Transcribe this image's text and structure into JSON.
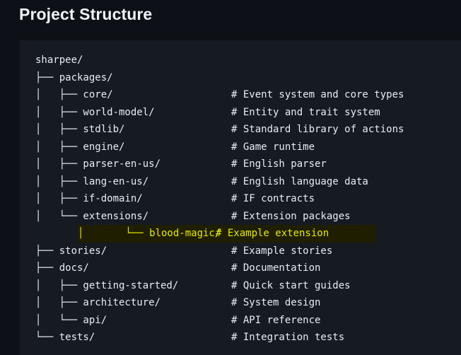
{
  "page": {
    "title": "Project Structure",
    "background_color": "#0d1117",
    "code_block_background": "#161b22",
    "text_color": "#e6edf3",
    "highlight_text_color": "#e8e800",
    "highlight_background_color": "#1f1f00"
  },
  "tree": {
    "root": "sharpee/",
    "rows": [
      {
        "tree": "sharpee/",
        "comment": "",
        "highlighted": false
      },
      {
        "tree": "├── packages/",
        "comment": "",
        "highlighted": false
      },
      {
        "tree": "│   ├── core/",
        "comment": "# Event system and core types",
        "highlighted": false
      },
      {
        "tree": "│   ├── world-model/",
        "comment": "# Entity and trait system",
        "highlighted": false
      },
      {
        "tree": "│   ├── stdlib/",
        "comment": "# Standard library of actions",
        "highlighted": false
      },
      {
        "tree": "│   ├── engine/",
        "comment": "# Game runtime",
        "highlighted": false
      },
      {
        "tree": "│   ├── parser-en-us/",
        "comment": "# English parser",
        "highlighted": false
      },
      {
        "tree": "│   ├── lang-en-us/",
        "comment": "# English language data",
        "highlighted": false
      },
      {
        "tree": "│   ├── if-domain/",
        "comment": "# IF contracts",
        "highlighted": false
      },
      {
        "tree": "│   └── extensions/",
        "comment": "# Extension packages",
        "highlighted": false
      },
      {
        "tree": "│       └── blood-magic/",
        "comment": "# Example extension",
        "highlighted": true
      },
      {
        "tree": "├── stories/",
        "comment": "# Example stories",
        "highlighted": false
      },
      {
        "tree": "├── docs/",
        "comment": "# Documentation",
        "highlighted": false
      },
      {
        "tree": "│   ├── getting-started/",
        "comment": "# Quick start guides",
        "highlighted": false
      },
      {
        "tree": "│   ├── architecture/",
        "comment": "# System design",
        "highlighted": false
      },
      {
        "tree": "│   └── api/",
        "comment": "# API reference",
        "highlighted": false
      },
      {
        "tree": "└── tests/",
        "comment": "# Integration tests",
        "highlighted": false
      }
    ]
  }
}
